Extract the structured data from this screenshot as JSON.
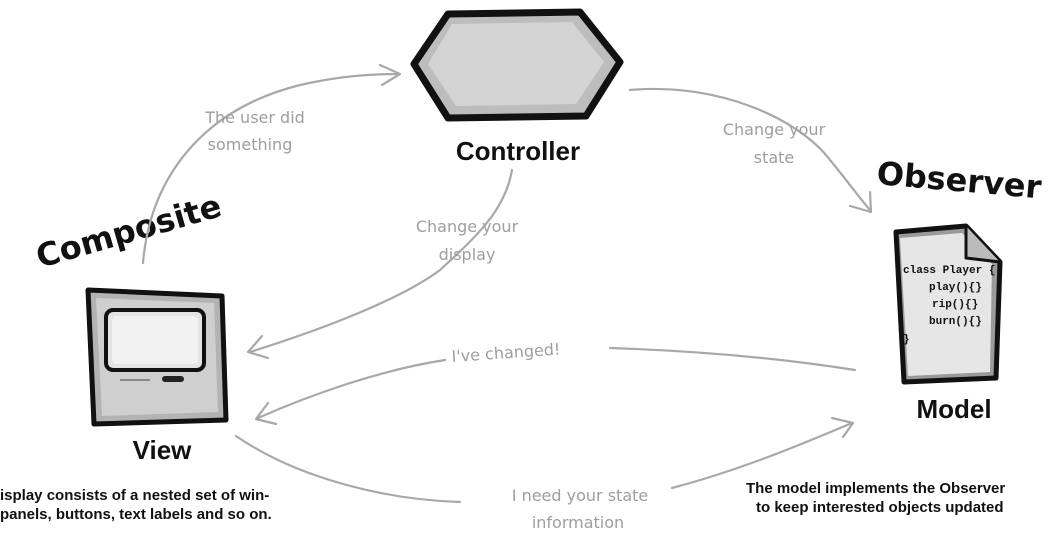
{
  "components": {
    "controller": "Controller",
    "model": "Model",
    "view": "View"
  },
  "patterns": {
    "observer": "Observer",
    "composite": "Composite"
  },
  "arrows": {
    "user_did_line1": "The user did",
    "user_did_line2": "something",
    "change_state_line1": "Change your",
    "change_state_line2": "state",
    "change_display_line1": "Change your",
    "change_display_line2": "display",
    "ive_changed": "I've changed!",
    "need_state_line1": "I need your state",
    "need_state_line2": "information"
  },
  "model_code": {
    "line1": "class Player {",
    "line2": "play(){}",
    "line3": "rip(){}",
    "line4": "burn(){}",
    "line5": "}"
  },
  "notes": {
    "view_line1": "isplay consists of a nested set of win-",
    "view_line2": "panels, buttons, text labels and so on.",
    "model_line1": "The model implements the Observer",
    "model_line2": "to keep interested objects updated"
  }
}
